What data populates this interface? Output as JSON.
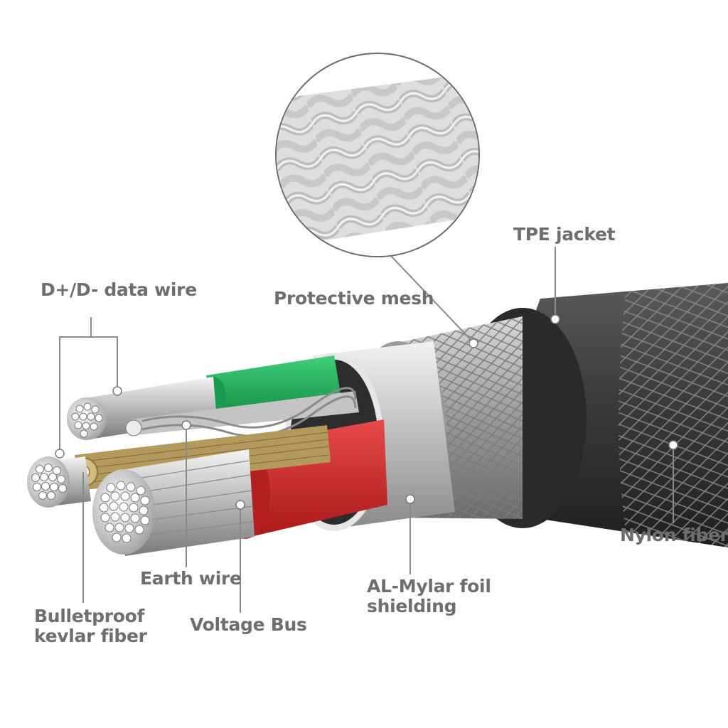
{
  "labels": {
    "data_wire": "D+/D- data wire",
    "protective_mesh": "Protective mesh",
    "tpe_jacket": "TPE jacket",
    "earth_wire": "Earth wire",
    "kevlar_line1": "Bulletproof",
    "kevlar_line2": "kevlar fiber",
    "voltage_bus": "Voltage Bus",
    "foil_line1": "AL-Mylar foil",
    "foil_line2": "shielding",
    "nylon_fiber": "Nylon fiber"
  },
  "colors": {
    "label_text": "#6e6e6e",
    "leader_line": "#8a8a8a",
    "jacket": "#3c3c3c",
    "green_insulation": "#1fae5a",
    "red_insulation": "#d42a2a",
    "foil": "#c9c9c9",
    "kevlar": "#b39a5c"
  }
}
